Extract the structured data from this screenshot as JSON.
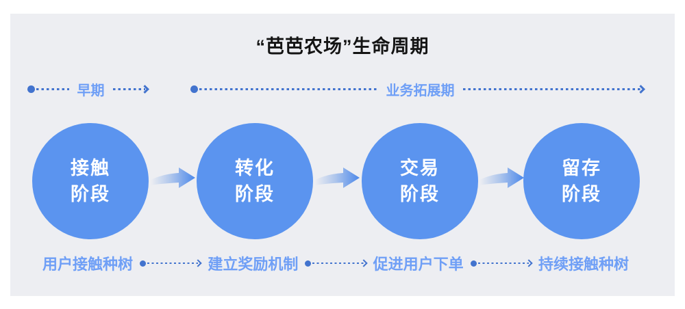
{
  "title": "“芭芭农场”生命周期",
  "colors": {
    "circle_fill": "#5B94EF",
    "label_blue": "#6F9FF6",
    "dotted_line_blue": "#4273CE",
    "panel_background": "#EDEEF2",
    "title_color": "#141414",
    "arrow_gradient_end": "#4C88EA"
  },
  "timelines": {
    "early": {
      "label": "早期"
    },
    "expansion": {
      "label": "业务拓展期"
    }
  },
  "stages": [
    {
      "line1": "接触",
      "line2": "阶段",
      "note": "用户接触种树"
    },
    {
      "line1": "转化",
      "line2": "阶段",
      "note": "建立奖励机制"
    },
    {
      "line1": "交易",
      "line2": "阶段",
      "note": "促进用户下单"
    },
    {
      "line1": "留存",
      "line2": "阶段",
      "note": "持续接触种树"
    }
  ]
}
